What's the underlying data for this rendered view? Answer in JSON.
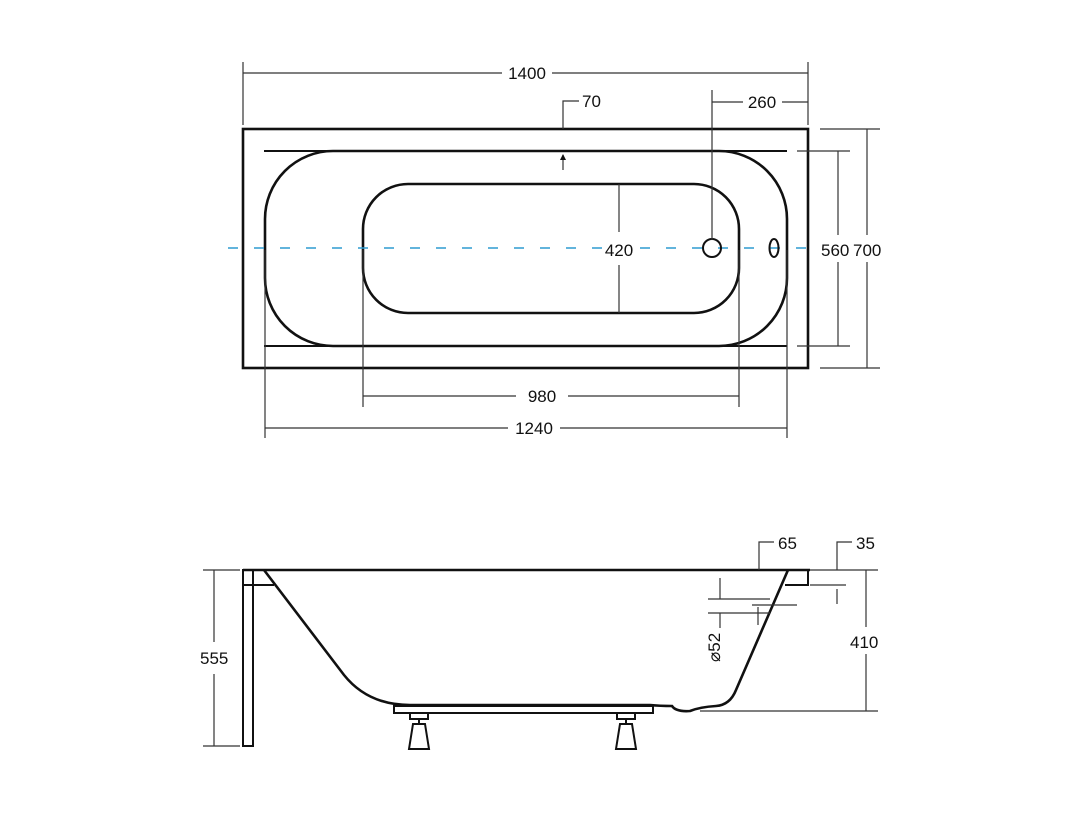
{
  "drawing": {
    "title": "Bathtub technical drawing",
    "units": "mm",
    "colors": {
      "line": "#111111",
      "centerline": "#2e9bd0",
      "background": "#ffffff"
    },
    "top_view": {
      "dimensions": {
        "overall_length": "1400",
        "rim_width": "70",
        "drain_offset": "260",
        "inner_basin_width": "420",
        "inner_width": "560",
        "overall_width": "700",
        "bottom_length": "980",
        "inner_length": "1240"
      }
    },
    "side_view": {
      "dimensions": {
        "overall_height": "555",
        "rim_thickness": "65",
        "front_step": "35",
        "inner_depth": "410",
        "overflow_diameter": "⌀52"
      }
    }
  }
}
